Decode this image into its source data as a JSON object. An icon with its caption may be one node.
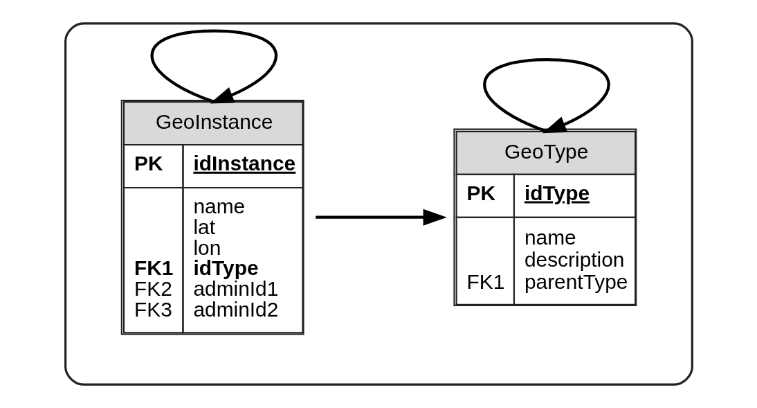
{
  "diagram": {
    "nodes": [
      {
        "text": [],
        "shape": "box"
      },
      {
        "text": [
          "GeoInstance",
          "PK",
          "idInstance",
          "name",
          "lat",
          "lon",
          "FK1",
          "idType",
          "FK2",
          "adminId1",
          "FK3",
          "adminId2"
        ],
        "in": 0
      },
      {
        "text": [
          "GeoType",
          "PK",
          "idType",
          "name",
          "description",
          "FK1",
          "parentType"
        ],
        "in": 0
      }
    ],
    "edges": [
      {
        "from": 1,
        "to": 1,
        "arrow": "to"
      },
      {
        "from": 2,
        "to": 2,
        "arrow": "to"
      },
      {
        "from": 1,
        "to": 2,
        "arrow": "to"
      }
    ]
  }
}
